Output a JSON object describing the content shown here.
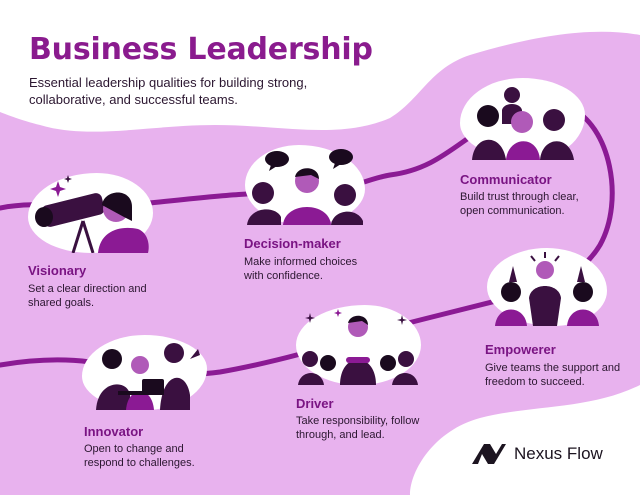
{
  "title": "Business Leadership",
  "subtitle": "Essential leadership qualities for building strong, collaborative, and successful teams.",
  "items": [
    {
      "title": "Visionary",
      "description": "Set a clear direction and shared goals."
    },
    {
      "title": "Decision-maker",
      "description": "Make informed choices with confidence."
    },
    {
      "title": "Communicator",
      "description": "Build trust through clear, open communication."
    },
    {
      "title": "Empowerer",
      "description": "Give teams the support and freedom to succeed."
    },
    {
      "title": "Driver",
      "description": "Take responsibility, follow through, and lead."
    },
    {
      "title": "Innovator",
      "description": "Open to change and respond to challenges."
    }
  ],
  "logo": {
    "text": "Nexus Flow"
  },
  "colors": {
    "background": "#e8b2ee",
    "path": "#8b1a94",
    "accent": "#7a1483",
    "figure": "#3a1040"
  }
}
